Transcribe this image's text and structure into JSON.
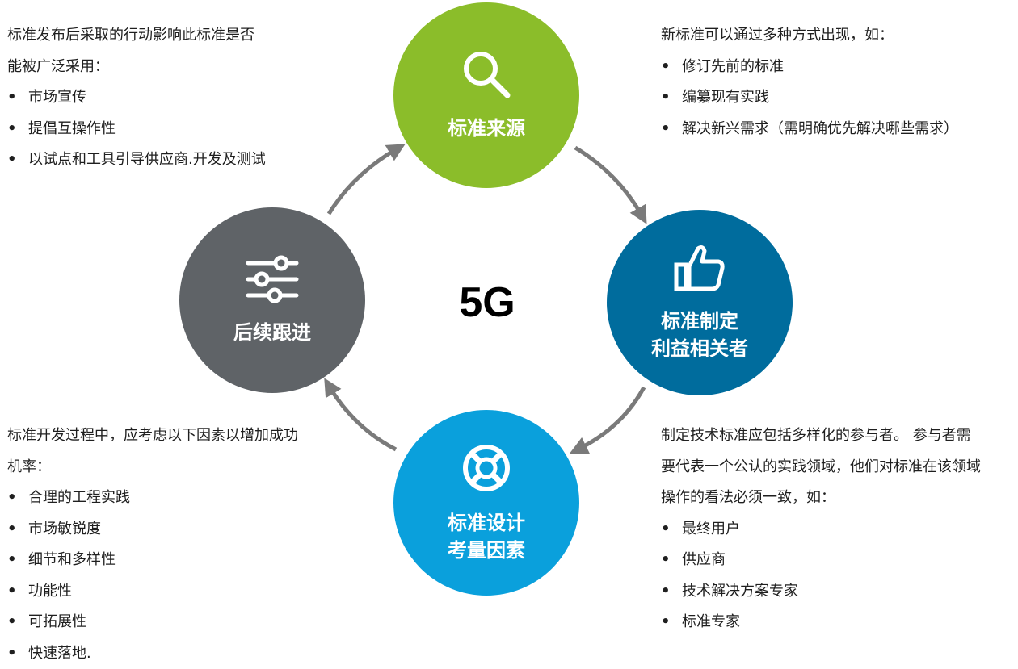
{
  "center": {
    "label": "5G"
  },
  "circles": {
    "green": {
      "icon": "magnifier-icon",
      "color": "#8bbd2a",
      "lines": [
        "标准来源"
      ]
    },
    "navy": {
      "icon": "thumbs-up-icon",
      "color": "#006c9d",
      "lines": [
        "标准制定",
        "利益相关者"
      ]
    },
    "cyan": {
      "icon": "lifebuoy-icon",
      "color": "#0aa0dc",
      "lines": [
        "标准设计",
        "考量因素"
      ]
    },
    "gray": {
      "icon": "sliders-icon",
      "color": "#5f6367",
      "lines": [
        "后续跟进"
      ]
    }
  },
  "arrow_color": "#7a7a7a",
  "blocks": {
    "top_left": {
      "intro": [
        "标准发布后采取的行动影响此标准是否",
        "能被广泛采用："
      ],
      "bullets": [
        "市场宣传",
        "提倡互操作性",
        "以试点和工具引导供应商.开发及测试"
      ]
    },
    "top_right": {
      "intro": [
        "新标准可以通过多种方式出现，如："
      ],
      "bullets": [
        "修订先前的标准",
        "编纂现有实践",
        "解决新兴需求（需明确优先解决哪些需求）"
      ]
    },
    "bottom_left": {
      "intro": [
        "标准开发过程中，应考虑以下因素以增加成功",
        "机率："
      ],
      "bullets": [
        "合理的工程实践",
        "市场敏锐度",
        "细节和多样性",
        "功能性",
        "可拓展性",
        "快速落地."
      ]
    },
    "bottom_right": {
      "intro": [
        "制定技术标准应包括多样化的参与者。 参与者需",
        "要代表一个公认的实践领域，他们对标准在该领域",
        "操作的看法必须一致，如："
      ],
      "bullets": [
        "最终用户",
        "供应商",
        "技术解决方案专家",
        "标准专家"
      ]
    }
  },
  "bullet_char": "•"
}
